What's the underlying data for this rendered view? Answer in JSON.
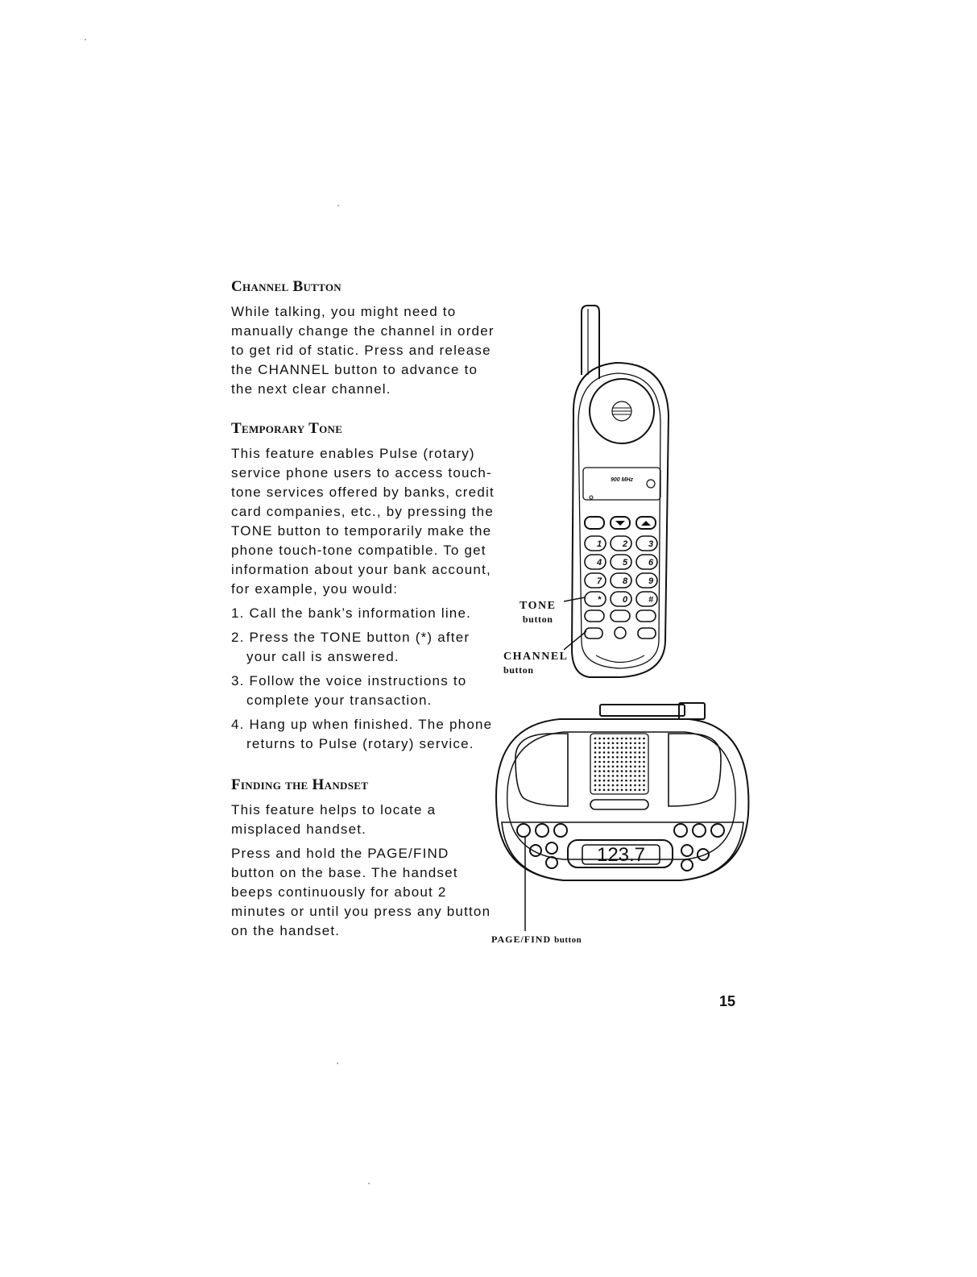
{
  "sections": [
    {
      "heading": "Channel Button",
      "paragraphs": [
        "While talking, you might need to manually change the channel in order to get rid of static. Press and release the CHANNEL button to advance to the next clear channel."
      ]
    },
    {
      "heading": "Temporary Tone",
      "paragraphs": [
        "This feature enables Pulse (rotary) service phone users to access touch-tone services offered by banks, credit card companies, etc., by pressing the TONE button to temporarily make the phone touch-tone compatible. To get information about your bank account, for example, you would:"
      ],
      "steps": [
        "1. Call the bank’s information line.",
        "2. Press the TONE button (*) after your call is answered.",
        "3. Follow the voice instructions to complete your transaction.",
        "4. Hang up when finished. The phone returns to Pulse (rotary) service."
      ]
    },
    {
      "heading": "Finding the Handset",
      "paragraphs": [
        "This feature helps to locate a misplaced handset.",
        "Press and hold the PAGE/FIND button on the base. The handset beeps continuously for about 2 minutes or until you press any button on the handset."
      ]
    }
  ],
  "callouts": {
    "tone": {
      "label": "TONE",
      "sub": "button"
    },
    "channel": {
      "label": "CHANNEL",
      "sub": "button"
    },
    "page_find": {
      "label": "PAGE/FIND",
      "sub": "button"
    }
  },
  "handset": {
    "brand": "900 MHz",
    "keys": [
      "1",
      "2",
      "3",
      "4",
      "5",
      "6",
      "7",
      "8",
      "9",
      "*",
      "0",
      "#"
    ]
  },
  "base": {
    "display": "123.7"
  },
  "page_number": "15"
}
